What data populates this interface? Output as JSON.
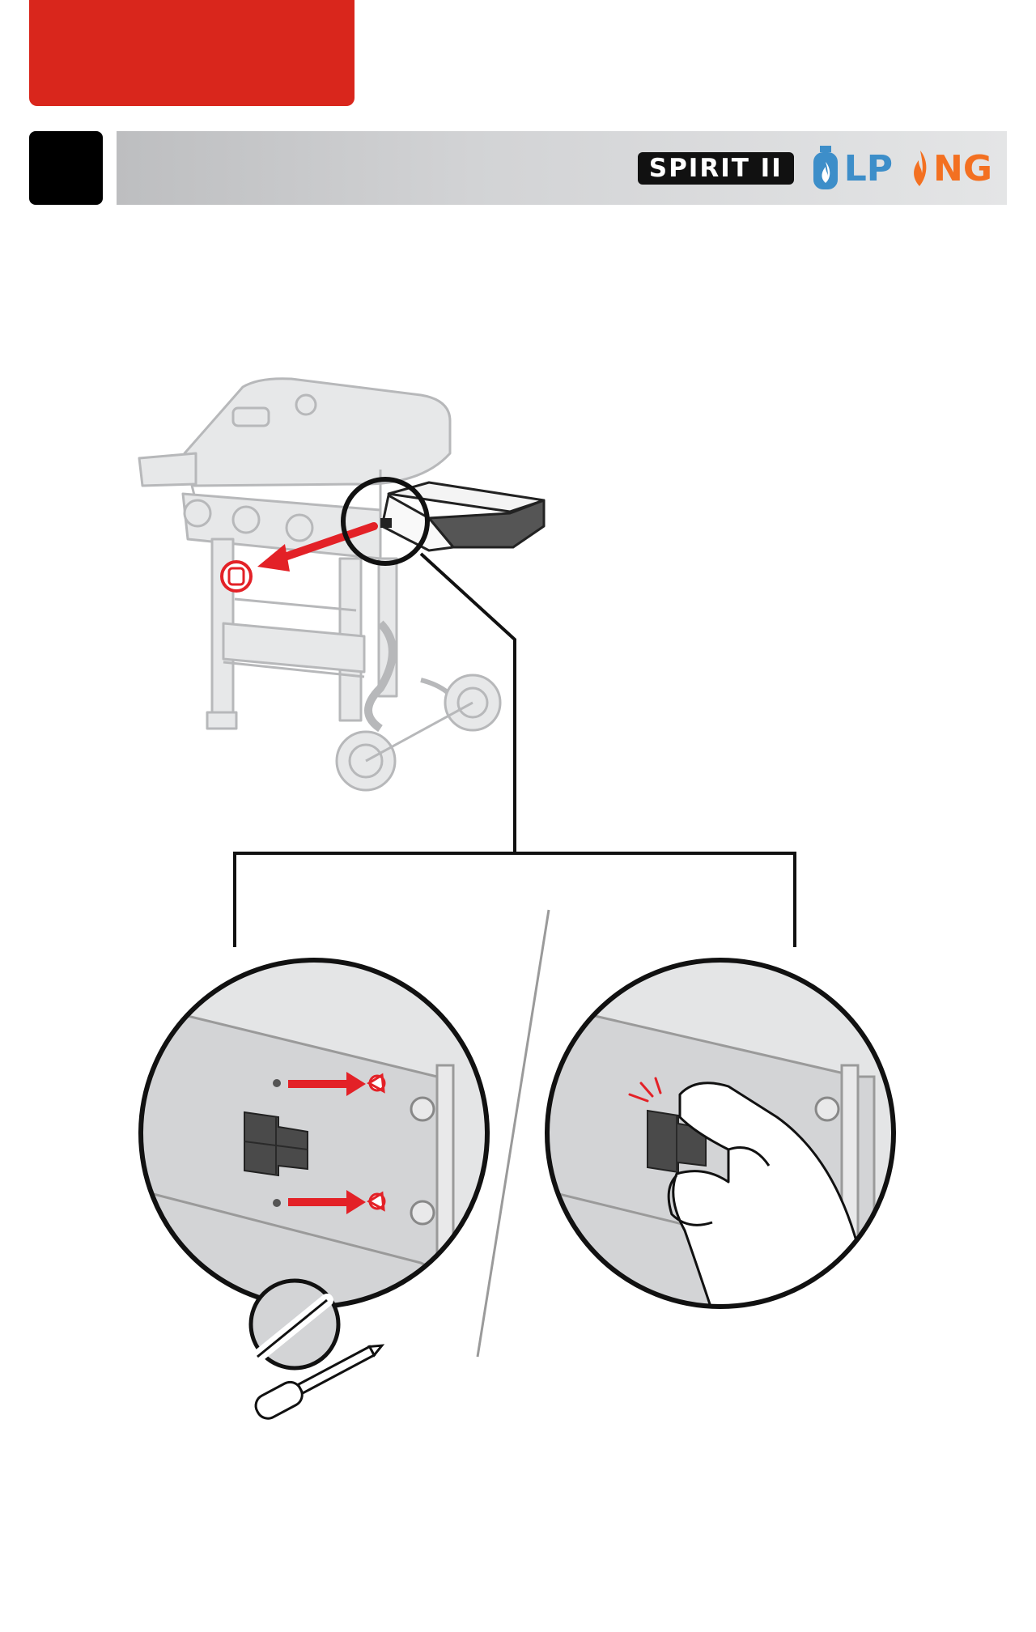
{
  "header": {
    "step_number": "",
    "brand_label": "SPIRIT II",
    "fuel_types": [
      {
        "label": "LP",
        "icon": "propane-tank-icon",
        "color": "#3d8ec9"
      },
      {
        "label": "NG",
        "icon": "flame-icon",
        "color": "#f37021"
      }
    ]
  },
  "colors": {
    "accent_red": "#d9261c",
    "header_gray": "#d2d3d5",
    "step_box": "#000000"
  },
  "illustration": {
    "main": "grill-with-right-side-table",
    "detail_left": "remove-two-screws-and-connector-clip",
    "detail_right": "pinch-and-pull-connector-clip",
    "tool": "phillips-screwdriver-icon"
  }
}
